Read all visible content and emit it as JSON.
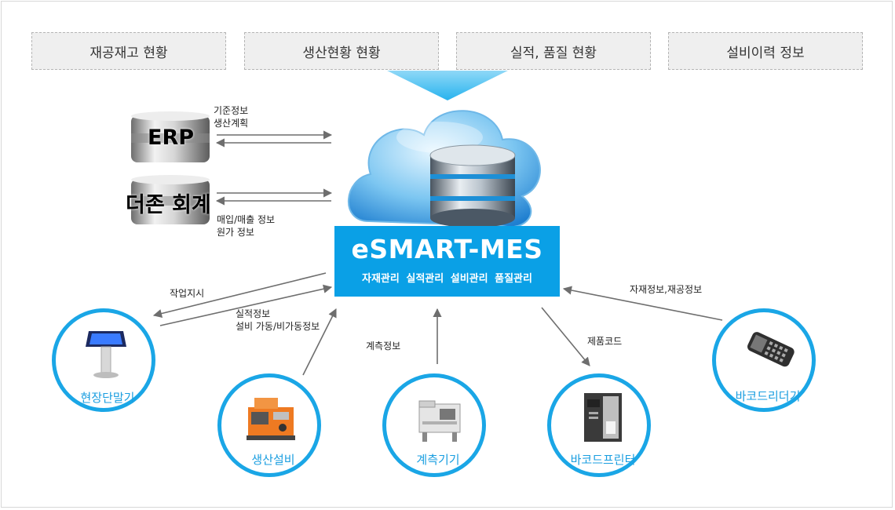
{
  "top_boxes": [
    {
      "label": "재공재고 현황"
    },
    {
      "label": "생산현황 현황"
    },
    {
      "label": "실적, 품질 현황"
    },
    {
      "label": "설비이력 정보"
    }
  ],
  "systems": {
    "erp": {
      "label": "ERP",
      "info_line1": "기준정보",
      "info_line2": "생산계획"
    },
    "duzon": {
      "label": "더존 회계",
      "info_line1": "매입/매출 정보",
      "info_line2": "원가 정보"
    }
  },
  "mes": {
    "title": "eSMART-MES",
    "subtitle": "자재관리  실적관리  설비관리  품질관리"
  },
  "flows": {
    "work_order": "작업지시",
    "result_line1": "실적정보",
    "result_line2": "설비 가동/비가동정보",
    "measure": "계측정보",
    "product_code": "제품코드",
    "material_info": "자재정보,재공정보"
  },
  "devices": [
    {
      "label": "현장단말기",
      "icon": "kiosk-icon"
    },
    {
      "label": "생산설비",
      "icon": "printing-machine-icon"
    },
    {
      "label": "계측기기",
      "icon": "measuring-instrument-icon"
    },
    {
      "label": "바코드프린터",
      "icon": "barcode-printer-icon"
    },
    {
      "label": "바코드리더기",
      "icon": "barcode-reader-icon"
    }
  ],
  "colors": {
    "accent": "#0aa0e6",
    "circle_border": "#1aa6e6",
    "arrow": "#6e6e6e"
  }
}
